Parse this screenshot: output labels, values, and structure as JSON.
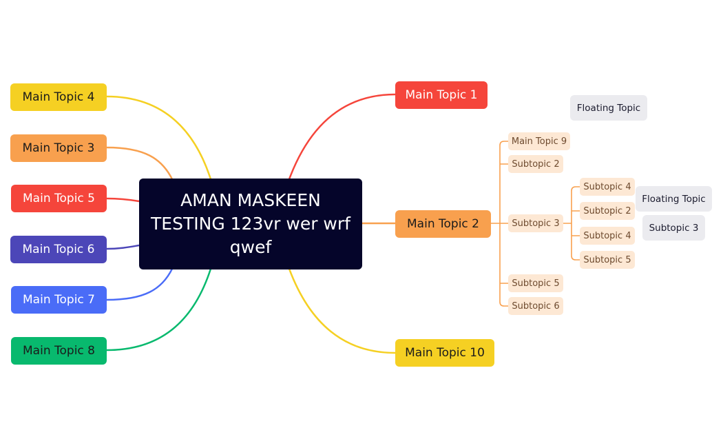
{
  "root": {
    "label": "AMAN MASKEEN TESTING 123vr wer wrf qwef"
  },
  "main_topics": {
    "t1": {
      "label": "Main Topic 1",
      "color": "#f5453b",
      "text_color": "#ffffff"
    },
    "t2": {
      "label": "Main Topic 2",
      "color": "#f8a04e",
      "text_color": "#1b1b1b"
    },
    "t3": {
      "label": "Main Topic 3",
      "color": "#f8a04e",
      "text_color": "#1b1b1b"
    },
    "t4": {
      "label": "Main Topic 4",
      "color": "#f5d023",
      "text_color": "#1b1b1b"
    },
    "t5": {
      "label": "Main Topic 5",
      "color": "#f5453b",
      "text_color": "#ffffff"
    },
    "t6": {
      "label": "Main Topic 6",
      "color": "#4c46b8",
      "text_color": "#ffffff"
    },
    "t7": {
      "label": "Main Topic 7",
      "color": "#4a6cf7",
      "text_color": "#ffffff"
    },
    "t8": {
      "label": "Main Topic 8",
      "color": "#08b96e",
      "text_color": "#1b1b1b"
    },
    "t10": {
      "label": "Main Topic 10",
      "color": "#f5d023",
      "text_color": "#1b1b1b"
    }
  },
  "topic2_children": [
    {
      "label": "Main Topic 9"
    },
    {
      "label": "Subtopic 2"
    },
    {
      "label": "Subtopic 3"
    },
    {
      "label": "Subtopic 5"
    },
    {
      "label": "Subtopic 6"
    }
  ],
  "subtopic3_children": [
    {
      "label": "Subtopic 4"
    },
    {
      "label": "Subtopic 2"
    },
    {
      "label": "Subtopic 4"
    },
    {
      "label": "Subtopic 5"
    }
  ],
  "floating": [
    {
      "label": "Floating Topic"
    },
    {
      "label": "Floating Topic"
    },
    {
      "label": "Subtopic 3"
    }
  ],
  "colors": {
    "root_bg": "#05052a",
    "branch_orange": "#f8a04e",
    "sub_fill": "#fde8d4",
    "floating_fill": "#ebebef"
  }
}
